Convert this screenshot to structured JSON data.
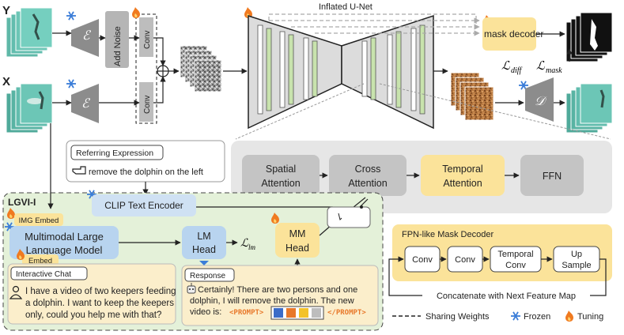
{
  "inputs": {
    "y_label": "Y",
    "x_label": "X"
  },
  "encoder_symbol": "ℰ",
  "decoder_symbol": "𝒟",
  "add_noise": "Add Noise",
  "conv": "Conv",
  "unet_title": "Inflated U-Net",
  "mask_decoder": "mask decoder",
  "loss_diff": "ℒ",
  "loss_diff_sub": "diff",
  "loss_mask": "ℒ",
  "loss_mask_sub": "mask",
  "loss_lm": "ℒ",
  "loss_lm_sub": "lm",
  "attention_blocks": [
    "Spatial Attention",
    "Cross Attention",
    "Temporal Attention",
    "FFN"
  ],
  "referring": {
    "title": "Referring Expression",
    "text": "remove the dolphin on the left"
  },
  "clip": "CLIP Text Encoder",
  "lgvi": {
    "title": "LGVI-I",
    "img_embed": "IMG Embed",
    "embed": "Embed",
    "mllm_line1": "Multimodal Large",
    "mllm_line2": "Language Model",
    "lm_head_line1": "LM",
    "lm_head_line2": "Head",
    "mm_head_line1": "MM",
    "mm_head_line2": "Head",
    "chat_title": "Interactive Chat",
    "chat_lines": [
      "I have a video of two keepers feeding",
      "a dolphin. I want to keep the keepers",
      "only, could you help me with that?"
    ],
    "response_title": "Response",
    "response_lines": [
      "Certainly! There are two persons and one",
      "dolphin, I will remove the dolphin. The new",
      "video is:"
    ],
    "prompt_open": "<PROMPT>",
    "prompt_close": "</PROMPT>"
  },
  "fpn": {
    "title": "FPN-like Mask Decoder",
    "blocks": [
      {
        "line1": "Conv",
        "line2": ""
      },
      {
        "line1": "Conv",
        "line2": ""
      },
      {
        "line1": "Temporal",
        "line2": "Conv"
      },
      {
        "line1": "Up",
        "line2": "Sample"
      }
    ],
    "concat": "Concatenate with Next Feature Map"
  },
  "legend": {
    "sharing": "Sharing Weights",
    "frozen": "Frozen",
    "tuning": "Tuning"
  },
  "colors": {
    "frozen": "#3b7dd8",
    "tuning": "#f07a20",
    "teal": "#3aa89a",
    "yellow": "#fbe39a",
    "blue_box": "#b8d4ef",
    "green_bg": "#e4f1d9",
    "gray_panel": "#e6e6e6",
    "noise_brown": "#a0643a",
    "prompt_orange": "#e8782a"
  },
  "icons": [
    "snowflake-icon",
    "flame-icon",
    "hand-icon",
    "user-icon",
    "robot-icon",
    "sum-icon"
  ]
}
